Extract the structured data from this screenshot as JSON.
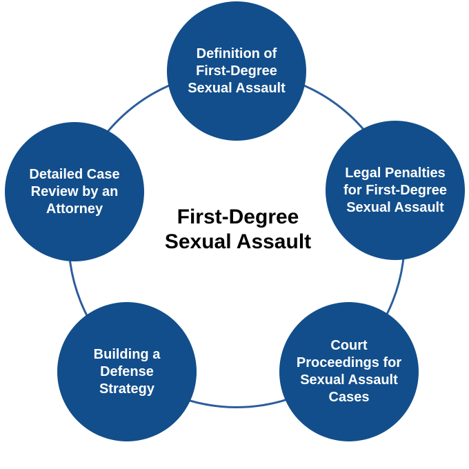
{
  "diagram": {
    "center_title_lines": [
      "First-Degree",
      "Sexual Assault"
    ],
    "colors": {
      "background": "#ffffff",
      "node_fill": "#124e8b",
      "ring_stroke": "#2b5d9b",
      "node_text": "#ffffff",
      "center_text": "#000000"
    },
    "nodes": [
      {
        "id": "definition",
        "position": "top",
        "lines": [
          "Definition of",
          "First-Degree",
          "Sexual Assault"
        ]
      },
      {
        "id": "legal-penalties",
        "position": "upper-right",
        "lines": [
          "Legal Penalties",
          "for First-Degree",
          "Sexual Assault"
        ]
      },
      {
        "id": "court-proceedings",
        "position": "lower-right",
        "lines": [
          "Court",
          "Proceedings for",
          "Sexual Assault",
          "Cases"
        ]
      },
      {
        "id": "defense-strategy",
        "position": "lower-left",
        "lines": [
          "Building a",
          "Defense",
          "Strategy"
        ]
      },
      {
        "id": "case-review",
        "position": "upper-left",
        "lines": [
          "Detailed Case",
          "Review by an",
          "Attorney"
        ]
      }
    ]
  }
}
